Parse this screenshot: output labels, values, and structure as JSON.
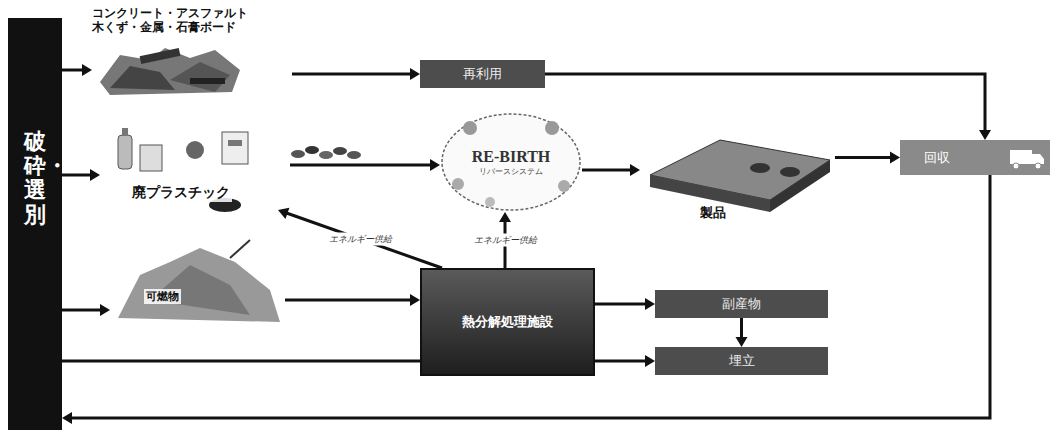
{
  "diagram": {
    "nodes": [
      {
        "text": [
          "破砕・選別"
        ]
      },
      {
        "text": [
          "コンクリート・アスファルト 木くず・金属・石膏ボード"
        ]
      },
      {
        "text": [
          "再利用"
        ]
      },
      {
        "text": [
          "廃プラスチック"
        ]
      },
      {
        "text": [
          "RE-BIRTH",
          "リバースシステム"
        ]
      },
      {
        "text": [
          "製品"
        ]
      },
      {
        "text": [
          "回収"
        ]
      },
      {
        "text": [
          "可燃物"
        ]
      },
      {
        "text": [
          "熱分解処理施設"
        ]
      },
      {
        "text": [
          "副産物"
        ]
      },
      {
        "text": [
          "埋立"
        ]
      }
    ],
    "edges": [
      {
        "from": 0,
        "to": 1,
        "arrow": "to"
      },
      {
        "from": 0,
        "to": 3,
        "arrow": "to"
      },
      {
        "from": 0,
        "to": 7,
        "arrow": "to"
      },
      {
        "from": 0,
        "to": 10,
        "arrow": "to"
      },
      {
        "from": 1,
        "to": 2,
        "arrow": "to"
      },
      {
        "from": 2,
        "to": 6,
        "arrow": "to"
      },
      {
        "from": 3,
        "to": 4,
        "arrow": "to"
      },
      {
        "from": 4,
        "to": 5,
        "arrow": "to"
      },
      {
        "from": 5,
        "to": 6,
        "arrow": "to"
      },
      {
        "from": 6,
        "to": 0,
        "arrow": "to"
      },
      {
        "from": 7,
        "to": 8,
        "arrow": "to"
      },
      {
        "from": 8,
        "to": 3,
        "label": "エネルギー供給",
        "arrow": "to"
      },
      {
        "from": 8,
        "to": 4,
        "label": "エネルギー供給",
        "arrow": "to"
      },
      {
        "from": 8,
        "to": 9,
        "arrow": "to"
      },
      {
        "from": 9,
        "to": 10,
        "arrow": "to"
      }
    ]
  }
}
